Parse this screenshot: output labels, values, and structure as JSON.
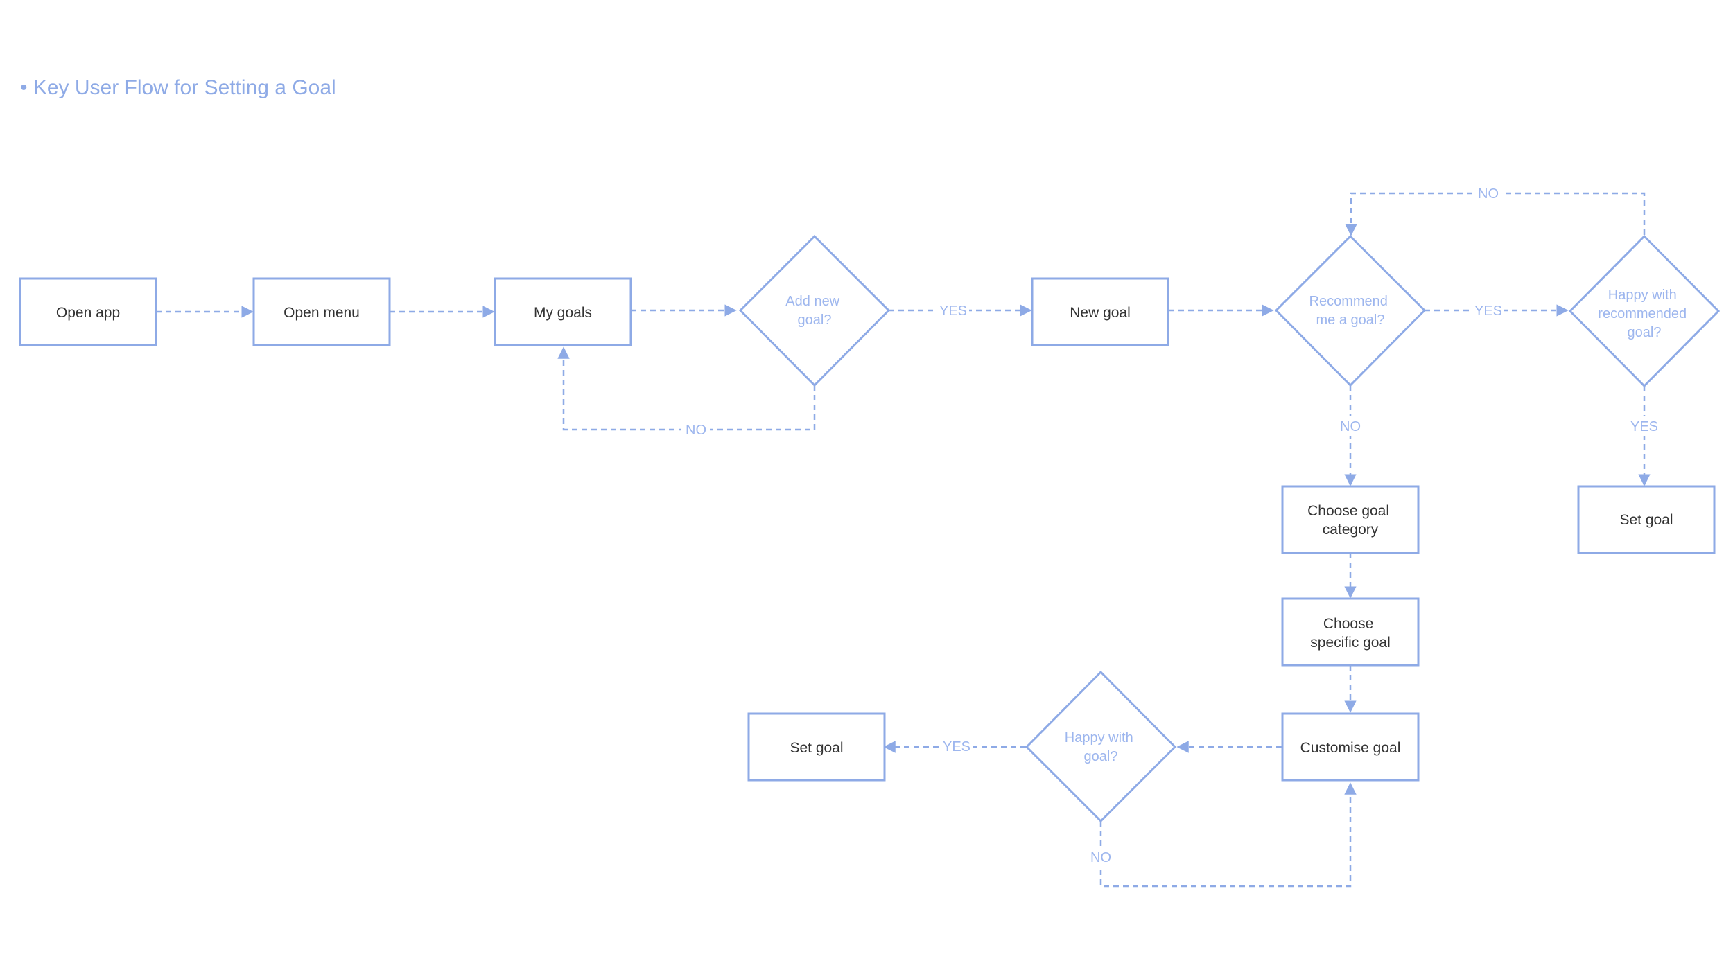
{
  "page": {
    "title": "• Key User Flow for Setting a Goal"
  },
  "colors": {
    "accent": "#8eaae6",
    "box_text": "#333333",
    "decision_text": "#9db6ee"
  },
  "nodes": {
    "open_app": {
      "label": [
        "Open app"
      ]
    },
    "open_menu": {
      "label": [
        "Open menu"
      ]
    },
    "my_goals": {
      "label": [
        "My goals"
      ]
    },
    "add_new_goal": {
      "label": [
        "Add new",
        "goal?"
      ]
    },
    "new_goal": {
      "label": [
        "New goal"
      ]
    },
    "recommend": {
      "label": [
        "Recommend",
        "me a goal?"
      ]
    },
    "happy_recommended": {
      "label": [
        "Happy with",
        "recommended",
        "goal?"
      ]
    },
    "choose_category": {
      "label": [
        "Choose goal",
        "category"
      ]
    },
    "set_goal_right": {
      "label": [
        "Set goal"
      ]
    },
    "choose_specific": {
      "label": [
        "Choose",
        "specific goal"
      ]
    },
    "customise": {
      "label": [
        "Customise goal"
      ]
    },
    "happy_goal": {
      "label": [
        "Happy with",
        "goal?"
      ]
    },
    "set_goal_bottom": {
      "label": [
        "Set goal"
      ]
    }
  },
  "edges": {
    "add_yes": "YES",
    "add_no": "NO",
    "recommend_yes": "YES",
    "recommend_no": "NO",
    "happy_rec_no": "NO",
    "happy_rec_yes": "YES",
    "happy_yes": "YES",
    "happy_no": "NO"
  }
}
